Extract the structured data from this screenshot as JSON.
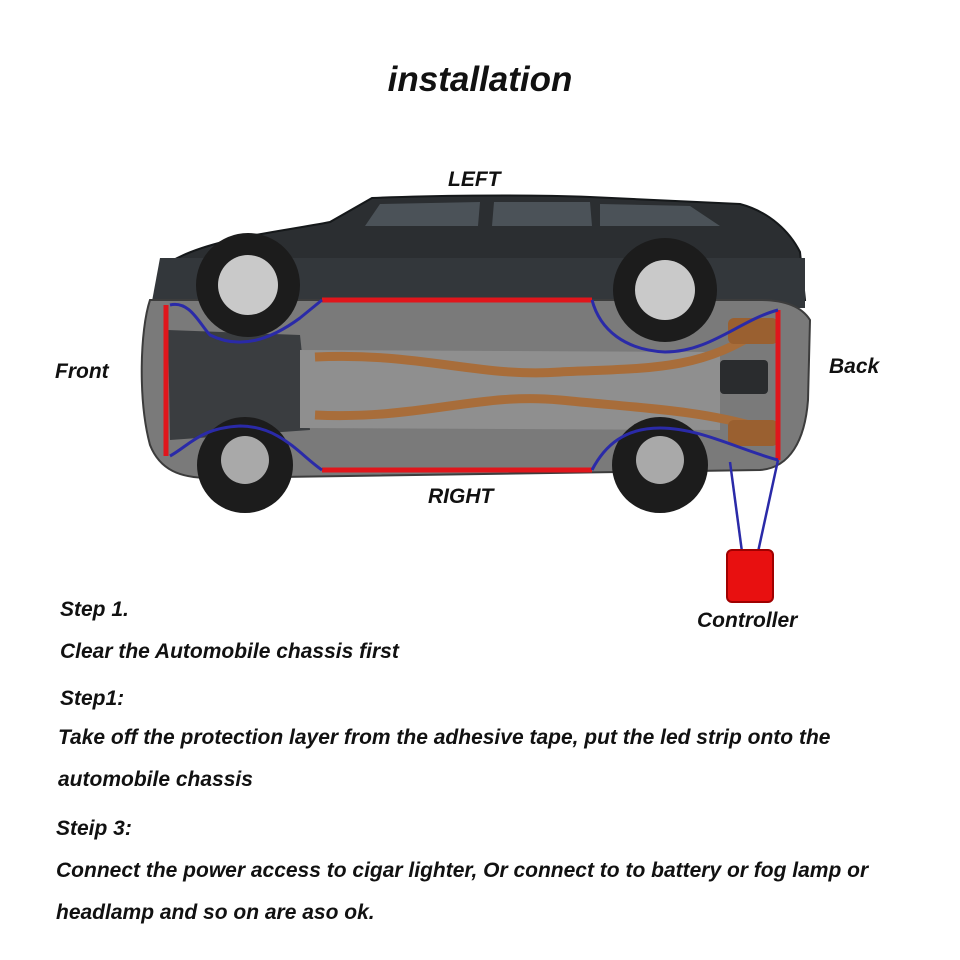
{
  "title": "installation",
  "labels": {
    "left": "LEFT",
    "right": "RIGHT",
    "front": "Front",
    "back": "Back",
    "controller": "Controller"
  },
  "colors": {
    "led_strip": "#e0161c",
    "wire": "#2a2aa8",
    "controller": "#e81010",
    "car_body": "#2b2e31",
    "chassis": "#6d6d6d",
    "exhaust": "#a86d3a"
  },
  "steps": [
    {
      "heading": "Step 1.",
      "text": "Clear the Automobile chassis first"
    },
    {
      "heading": "Step1:",
      "text": "Take off the protection layer from the adhesive tape, put the led strip onto the automobile chassis"
    },
    {
      "heading": "Steip 3:",
      "text": "Connect the power access to cigar lighter, Or connect to to battery or fog lamp or headlamp and so on are aso ok."
    }
  ]
}
